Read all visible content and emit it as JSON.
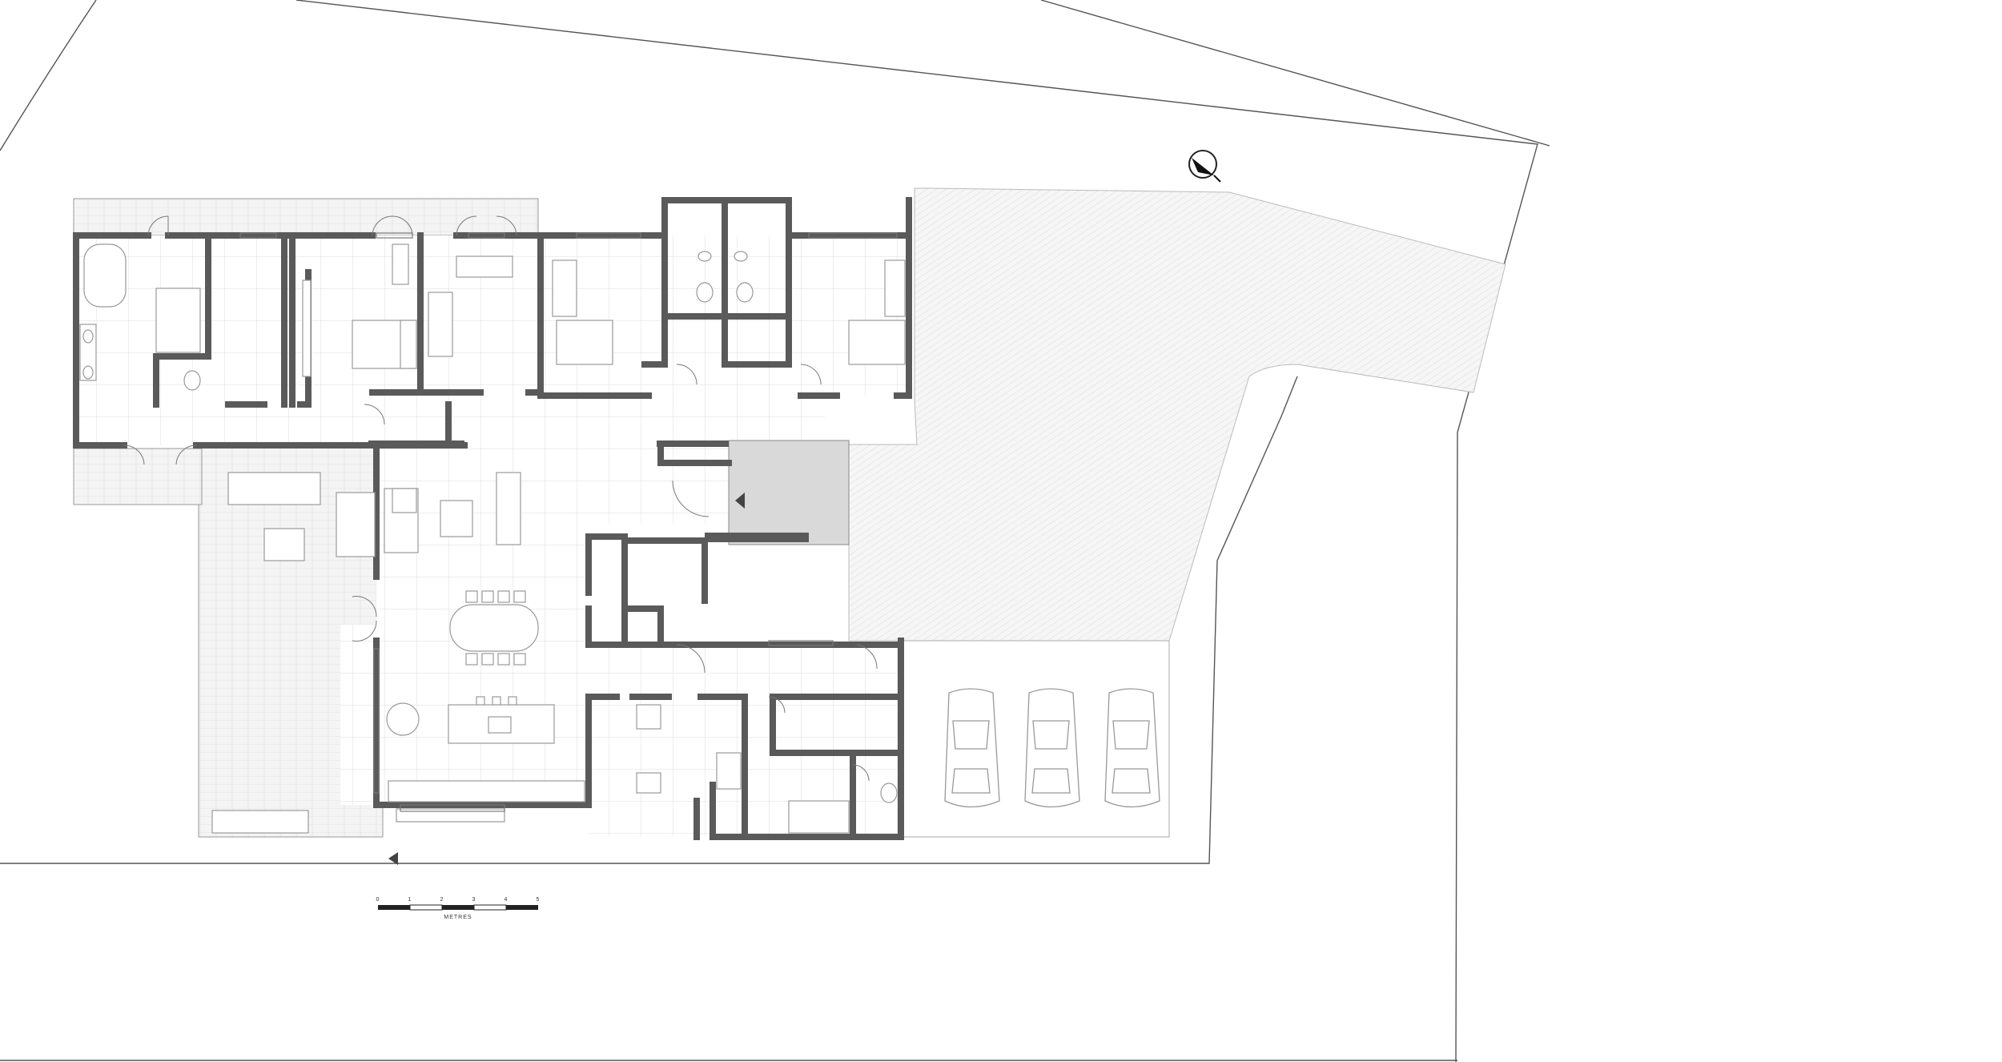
{
  "drawing": {
    "type": "architectural floor plan",
    "north_arrow_icon": "north-arrow-icon",
    "entry_arrow_icon": "arrow-left-icon",
    "car_count": 3
  },
  "scale_bar": {
    "ticks": [
      "0",
      "1",
      "2",
      "3",
      "4",
      "5"
    ],
    "unit_label": "METRES"
  }
}
